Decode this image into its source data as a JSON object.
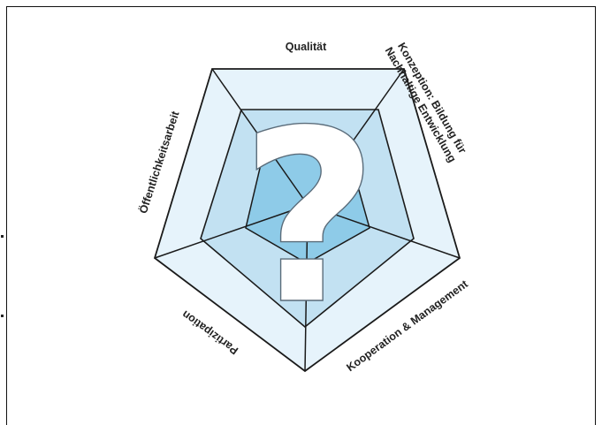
{
  "diagram": {
    "center_mark": "?",
    "labels": {
      "top": "Qualität",
      "upper_right_line1": "Konzeption: Bildung für",
      "upper_right_line2": "Nachhaltige Entwicklung",
      "lower_right": "Kooperation & Management",
      "bottom_left": "Partizipation",
      "upper_left": "Öffentlichkeitsarbeit"
    },
    "colors": {
      "outer_ring": "#e6f3fb",
      "middle_ring": "#c2e1f2",
      "inner_ring": "#8ecbe8",
      "line": "#1a1a1a"
    }
  }
}
